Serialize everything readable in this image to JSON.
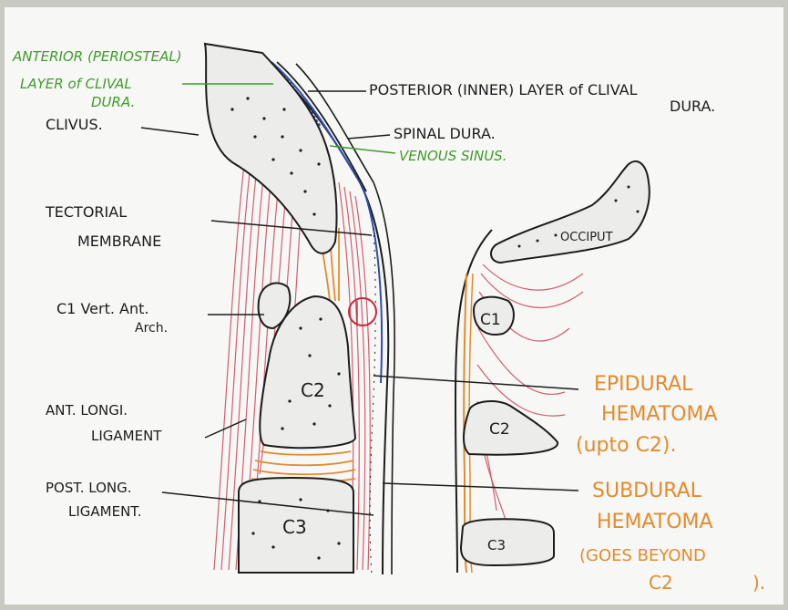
{
  "labels": {
    "anterior_line1": "ANTERIOR (PERIOSTEAL)",
    "anterior_line2": "LAYER of CLIVAL",
    "anterior_line3": "DURA.",
    "clivus": "CLIVUS.",
    "posterior_line1": "POSTERIOR (INNER) LAYER of CLIVAL",
    "posterior_line2": "DURA.",
    "spinal_dura": "SPINAL DURA.",
    "venous_sinus": "VENOUS SINUS.",
    "tectorial_line1": "TECTORIAL",
    "tectorial_line2": "MEMBRANE",
    "c1_line1": "C1 Vert. Ant.",
    "c1_line2": "Arch.",
    "ant_long_line1": "ANT. LONGI.",
    "ant_long_line2": "LIGAMENT",
    "post_long_line1": "POST. LONG.",
    "post_long_line2": "LIGAMENT.",
    "epidural_line1": "EPIDURAL",
    "epidural_line2": "HEMATOMA",
    "epidural_line3": "(upto C2).",
    "subdural_line1": "SUBDURAL",
    "subdural_line2": "HEMATOMA",
    "subdural_line3": "(GOES BEYOND",
    "subdural_line4": "C2",
    "subdural_line5": ")."
  },
  "bone_labels": {
    "c2_left": "C2",
    "c3_left": "C3",
    "occiput": "OCCIPUT",
    "c1_right": "C1",
    "c2_right": "C2",
    "c3_right": "C3"
  },
  "colors": {
    "paper": "#f7f7f6",
    "ink": "#1c1c1c",
    "green": "#3f9b2a",
    "orange": "#e38b2c",
    "red": "#c62a40",
    "blue": "#2c4fb0",
    "bone": "#ececea"
  }
}
